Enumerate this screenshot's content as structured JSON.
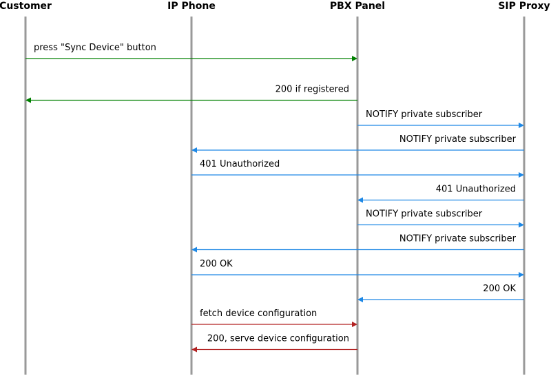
{
  "actors": [
    {
      "id": "customer",
      "label": "Customer"
    },
    {
      "id": "phone",
      "label": "IP Phone"
    },
    {
      "id": "pbx",
      "label": "PBX Panel"
    },
    {
      "id": "sip",
      "label": "SIP Proxy"
    }
  ],
  "colors": {
    "customer_flow": "#008000",
    "sip_flow": "#1e88e5",
    "config_flow": "#b22222",
    "lifeline": "#999999"
  },
  "messages": [
    {
      "from": "customer",
      "to": "pbx",
      "label": "press \"Sync Device\" button",
      "color": "customer_flow"
    },
    {
      "from": "pbx",
      "to": "customer",
      "label": "200 if registered",
      "color": "customer_flow"
    },
    {
      "from": "pbx",
      "to": "sip",
      "label": "NOTIFY private subscriber",
      "color": "sip_flow"
    },
    {
      "from": "sip",
      "to": "phone",
      "label": "NOTIFY private subscriber",
      "color": "sip_flow"
    },
    {
      "from": "phone",
      "to": "sip",
      "label": "401 Unauthorized",
      "color": "sip_flow"
    },
    {
      "from": "sip",
      "to": "pbx",
      "label": "401 Unauthorized",
      "color": "sip_flow"
    },
    {
      "from": "pbx",
      "to": "sip",
      "label": "NOTIFY private subscriber",
      "color": "sip_flow"
    },
    {
      "from": "sip",
      "to": "phone",
      "label": "NOTIFY private subscriber",
      "color": "sip_flow"
    },
    {
      "from": "phone",
      "to": "sip",
      "label": "200 OK",
      "color": "sip_flow"
    },
    {
      "from": "sip",
      "to": "pbx",
      "label": "200 OK",
      "color": "sip_flow"
    },
    {
      "from": "phone",
      "to": "pbx",
      "label": "fetch device configuration",
      "color": "config_flow"
    },
    {
      "from": "pbx",
      "to": "phone",
      "label": "200, serve device configuration",
      "color": "config_flow"
    }
  ]
}
